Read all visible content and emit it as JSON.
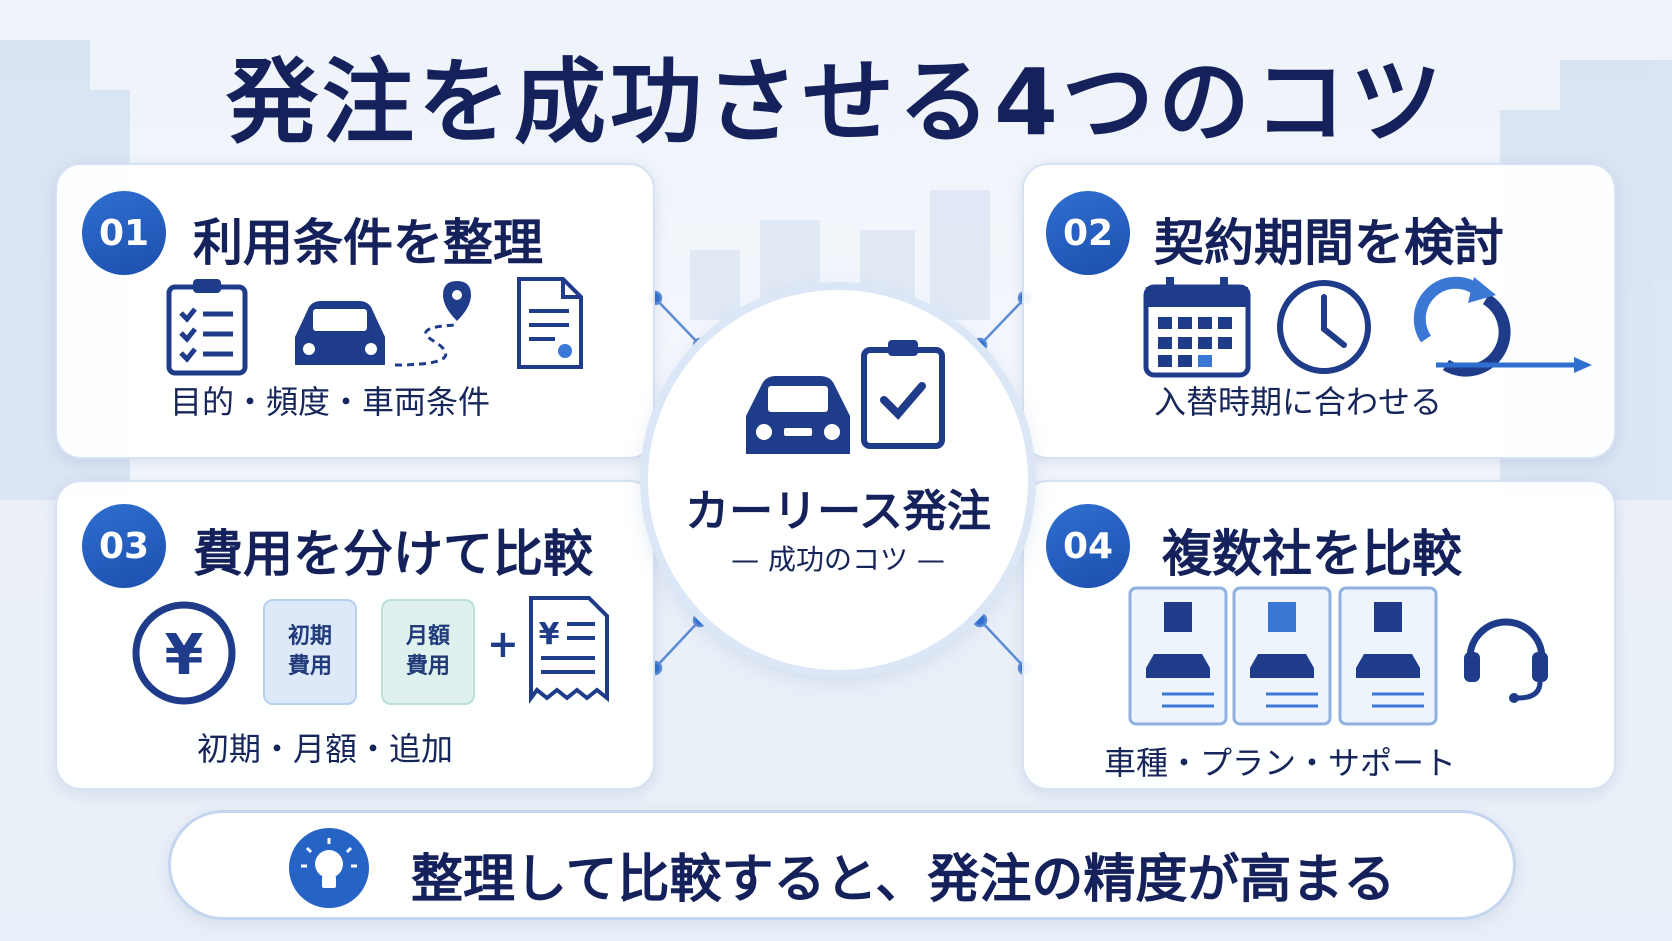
{
  "title": "発注を成功させる4つのコツ",
  "center": {
    "title": "カーリース発注",
    "subtitle": "— 成功のコツ —"
  },
  "cards": [
    {
      "number": "01",
      "title": "利用条件を整理",
      "caption": "目的・頻度・車両条件"
    },
    {
      "number": "02",
      "title": "契約期間を検討",
      "caption": "入替時期に合わせる"
    },
    {
      "number": "03",
      "title": "費用を分けて比較",
      "caption": "初期・月額・追加",
      "fee_boxes": [
        {
          "line1": "初期",
          "line2": "費用"
        },
        {
          "line1": "月額",
          "line2": "費用"
        }
      ],
      "plus": "+"
    },
    {
      "number": "04",
      "title": "複数社を比較",
      "caption": "車種・プラン・サポート"
    }
  ],
  "footer": {
    "text": "整理して比較すると、発注の精度が高まる"
  },
  "colors": {
    "navy": "#14215a",
    "blue": "#2563c4",
    "light_blue": "#dbe7f7"
  }
}
